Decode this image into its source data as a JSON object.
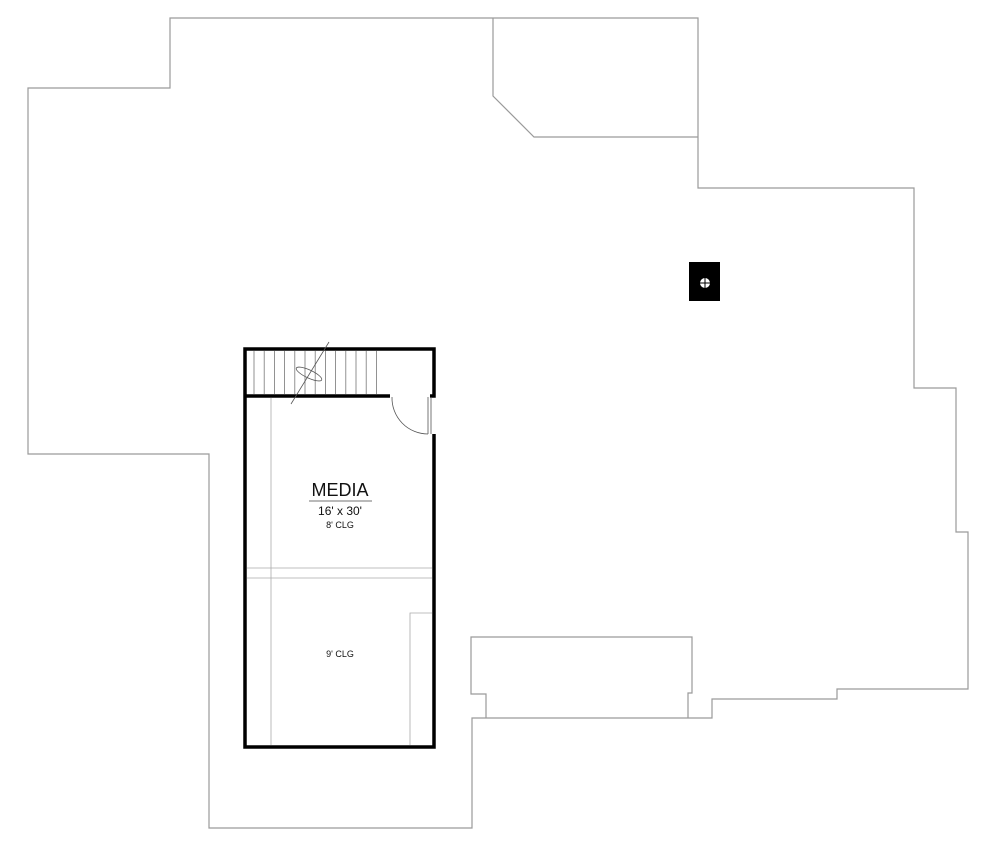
{
  "rooms": [
    {
      "name": "MEDIA",
      "size": "16' x 30'",
      "ceiling": "8' CLG"
    },
    {
      "ceiling": "9' CLG"
    }
  ]
}
